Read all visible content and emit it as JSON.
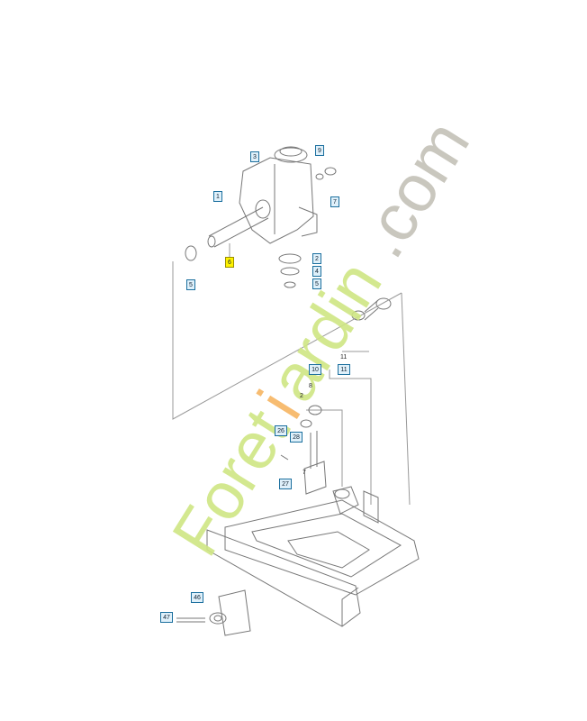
{
  "callouts": [
    "1",
    "2",
    "3",
    "4",
    "5",
    "6",
    "7",
    "8",
    "9",
    "10",
    "11",
    "26",
    "27",
    "28",
    "46",
    "47"
  ],
  "plain_labels": [
    "11",
    "7",
    "8",
    "2"
  ],
  "highlighted_part": "6",
  "watermark": {
    "text_foret": "Foret",
    "text_jardin": "jardin",
    "text_com": ".com",
    "colors": {
      "foret": "#c9e27a",
      "i": "#f7b562",
      "jardin": "#c9e27a",
      "com": "#c9c7c0"
    }
  }
}
